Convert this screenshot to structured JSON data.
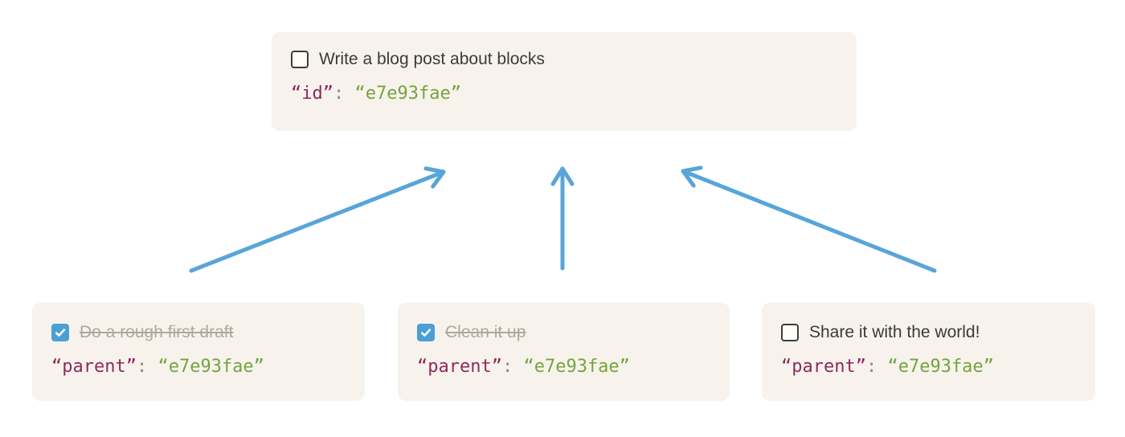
{
  "colors": {
    "page_bg": "#ffffff",
    "card_bg": "#f7f3ec",
    "text": "#3b3a37",
    "text_done": "#aea8a0",
    "checkbox_border": "#3e3d3a",
    "checkbox_checked": "#4c9fd4",
    "checkbox_check": "#ffffff",
    "arrow": "#58a5d9",
    "code_key": "#8e2a5e",
    "code_punct": "#8b8b89",
    "code_value": "#74a43f"
  },
  "parent_block": {
    "label": "Write a blog post about blocks",
    "checked": false,
    "code_key": "“id”",
    "code_separator": ": ",
    "code_value": "“e7e93fae”"
  },
  "child_blocks": [
    {
      "label": "Do a rough first draft",
      "checked": true,
      "code_key": "“parent”",
      "code_separator": ": ",
      "code_value": "“e7e93fae”"
    },
    {
      "label": "Clean it up",
      "checked": true,
      "code_key": "“parent”",
      "code_separator": ": ",
      "code_value": "“e7e93fae”"
    },
    {
      "label": "Share it with the world!",
      "checked": false,
      "code_key": "“parent”",
      "code_separator": ": ",
      "code_value": "“e7e93fae”"
    }
  ]
}
